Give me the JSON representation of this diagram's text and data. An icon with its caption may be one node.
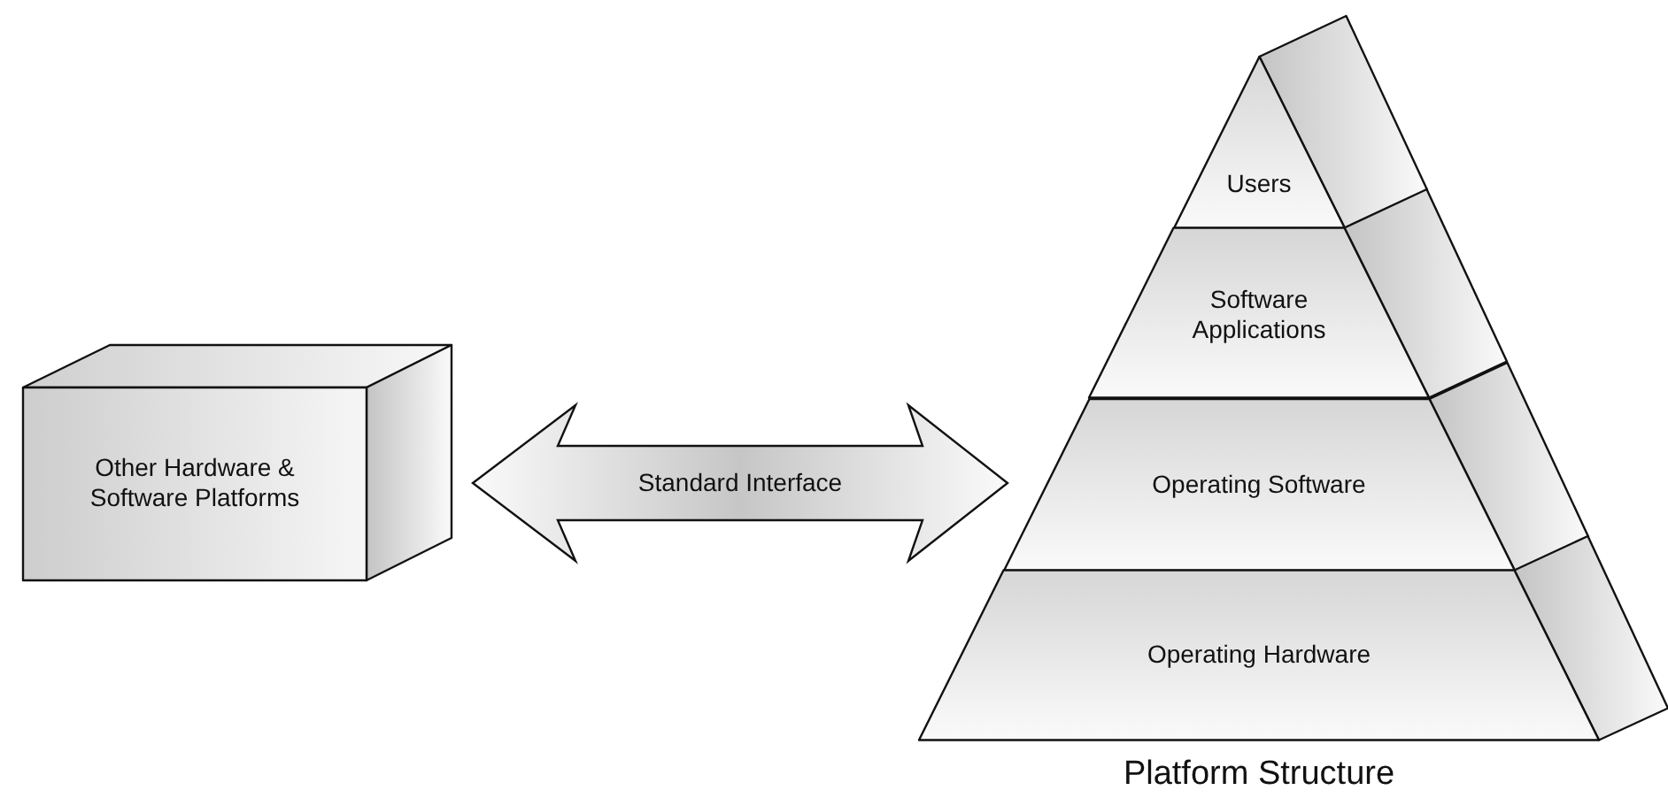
{
  "diagram": {
    "nodes": [
      {
        "text": [
          "Other Hardware & Software Platforms"
        ]
      },
      {
        "text": [
          "Platform Structure"
        ]
      },
      {
        "text": [
          "Users"
        ],
        "in": 1
      },
      {
        "text": [
          "Software Applications"
        ],
        "in": 1
      },
      {
        "text": [
          "Operating Software"
        ],
        "in": 1
      },
      {
        "text": [
          "Operating Hardware"
        ],
        "in": 1
      }
    ],
    "edges": [
      {
        "from": 0,
        "to": 1,
        "arrow": "both",
        "label": "Standard Interface"
      }
    ]
  }
}
